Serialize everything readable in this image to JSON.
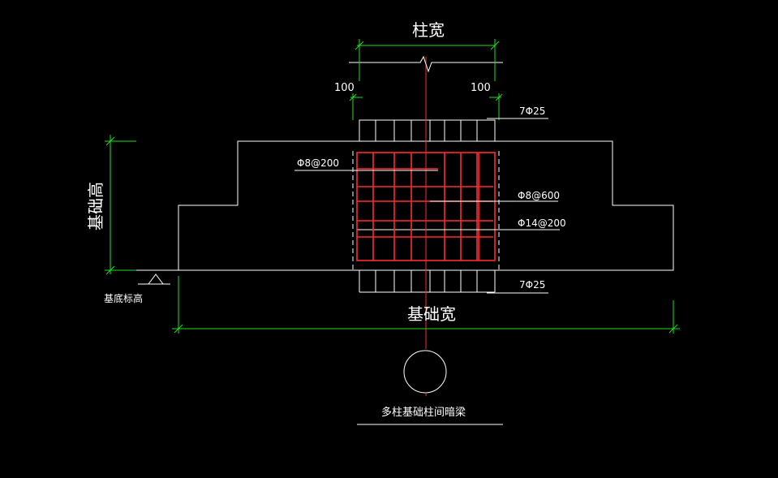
{
  "labels": {
    "column_width": "柱宽",
    "foundation_width": "基础宽",
    "foundation_height": "基础高",
    "base_elevation": "基底标高",
    "dim_left": "100",
    "dim_right": "100",
    "top_rebar": "7Φ25",
    "bottom_rebar": "7Φ25",
    "stirrup_top": "Φ8@200",
    "stirrup_mid": "Φ8@600",
    "stirrup_low": "Φ14@200",
    "caption": "多柱基础柱间暗梁"
  },
  "colors": {
    "background": "#000000",
    "outline": "#ffffff",
    "dimension": "#22dd22",
    "rebar": "#ff2b2b"
  }
}
